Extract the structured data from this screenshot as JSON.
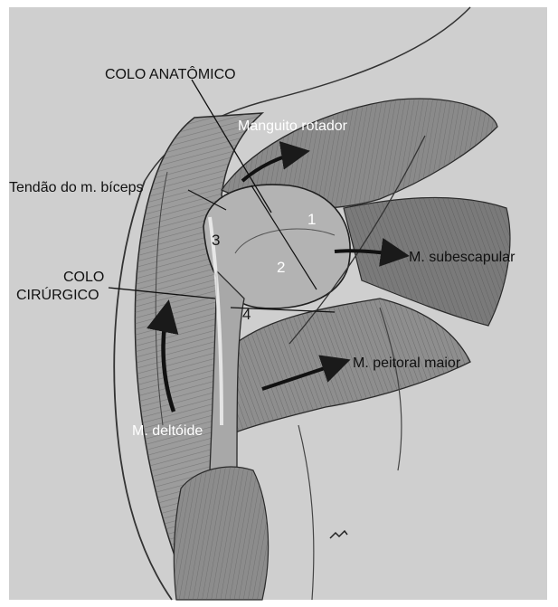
{
  "labels": {
    "colo_anatomico": "COLO ANATÔMICO",
    "manguito_rotador": "Manguito rotador",
    "tendao_biceps": "Tendão do m. bíceps",
    "subescapular": "M. subescapular",
    "colo_cirurgico_line1": "COLO",
    "colo_cirurgico_line2": "CIRÚRGICO",
    "peitoral_maior": "M. peitoral maior",
    "deltoide": "M. deltóide"
  },
  "numbers": {
    "n1": "1",
    "n2": "2",
    "n3": "3",
    "n4": "4"
  },
  "colors": {
    "background": "#cfcfcf",
    "muscle_dark": "#6e6e6e",
    "muscle_mid": "#9a9a9a",
    "line": "#1a1a1a"
  }
}
